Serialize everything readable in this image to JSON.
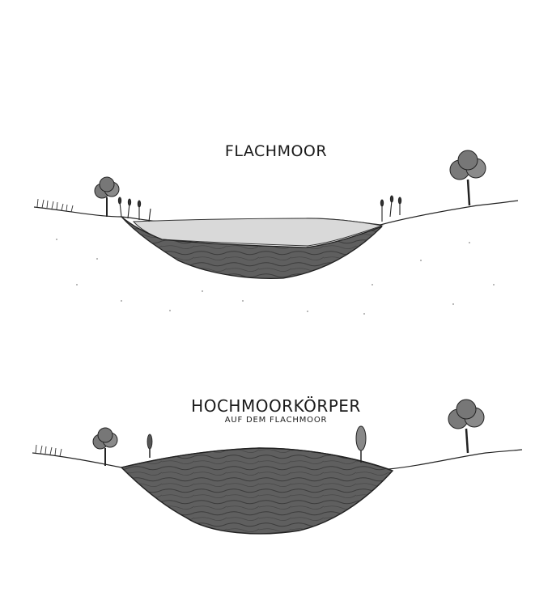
{
  "diagram": {
    "panels": [
      {
        "title": "FLACHMOOR"
      },
      {
        "title": "HOCHMOORKÖRPER",
        "subtitle": "AUF DEM FLACHMOOR"
      }
    ]
  }
}
